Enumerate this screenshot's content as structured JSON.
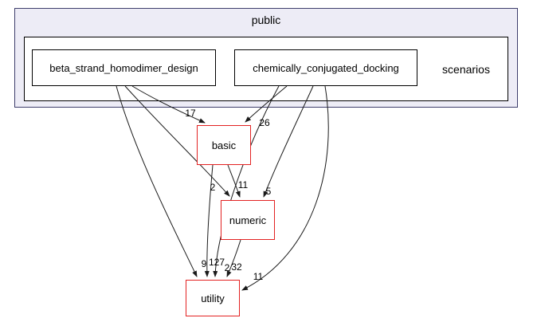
{
  "clusters": {
    "outer": {
      "label": "public"
    },
    "inner": {
      "label": "scenarios"
    }
  },
  "nodes": {
    "beta": {
      "label": "beta_strand_homodimer_design"
    },
    "chem": {
      "label": "chemically_conjugated_docking"
    },
    "basic": {
      "label": "basic"
    },
    "numeric": {
      "label": "numeric"
    },
    "utility": {
      "label": "utility"
    }
  },
  "edges": [
    {
      "from": "beta_strand_homodimer_design",
      "to": "basic",
      "label": "17"
    },
    {
      "from": "chemically_conjugated_docking",
      "to": "basic",
      "label": "26"
    },
    {
      "from": "beta_strand_homodimer_design",
      "to": "numeric",
      "label": "2"
    },
    {
      "from": "basic",
      "to": "numeric",
      "label": "11"
    },
    {
      "from": "chemically_conjugated_docking",
      "to": "numeric",
      "label": "5"
    },
    {
      "from": "beta_strand_homodimer_design",
      "to": "utility",
      "label": "9"
    },
    {
      "from": "basic",
      "to": "utility",
      "label": "127"
    },
    {
      "from": "chemically_conjugated_docking",
      "to": "utility",
      "label": "2"
    },
    {
      "from": "numeric",
      "to": "utility",
      "label": "32"
    },
    {
      "from": "chemically_conjugated_docking",
      "to": "utility",
      "label": "11"
    }
  ],
  "colors": {
    "cluster_fill": "#edecf6",
    "cluster_border": "#3d3d6b",
    "node_border": "#000000",
    "dependency_node_border": "#e32222",
    "edge": "#1a1a1a"
  }
}
